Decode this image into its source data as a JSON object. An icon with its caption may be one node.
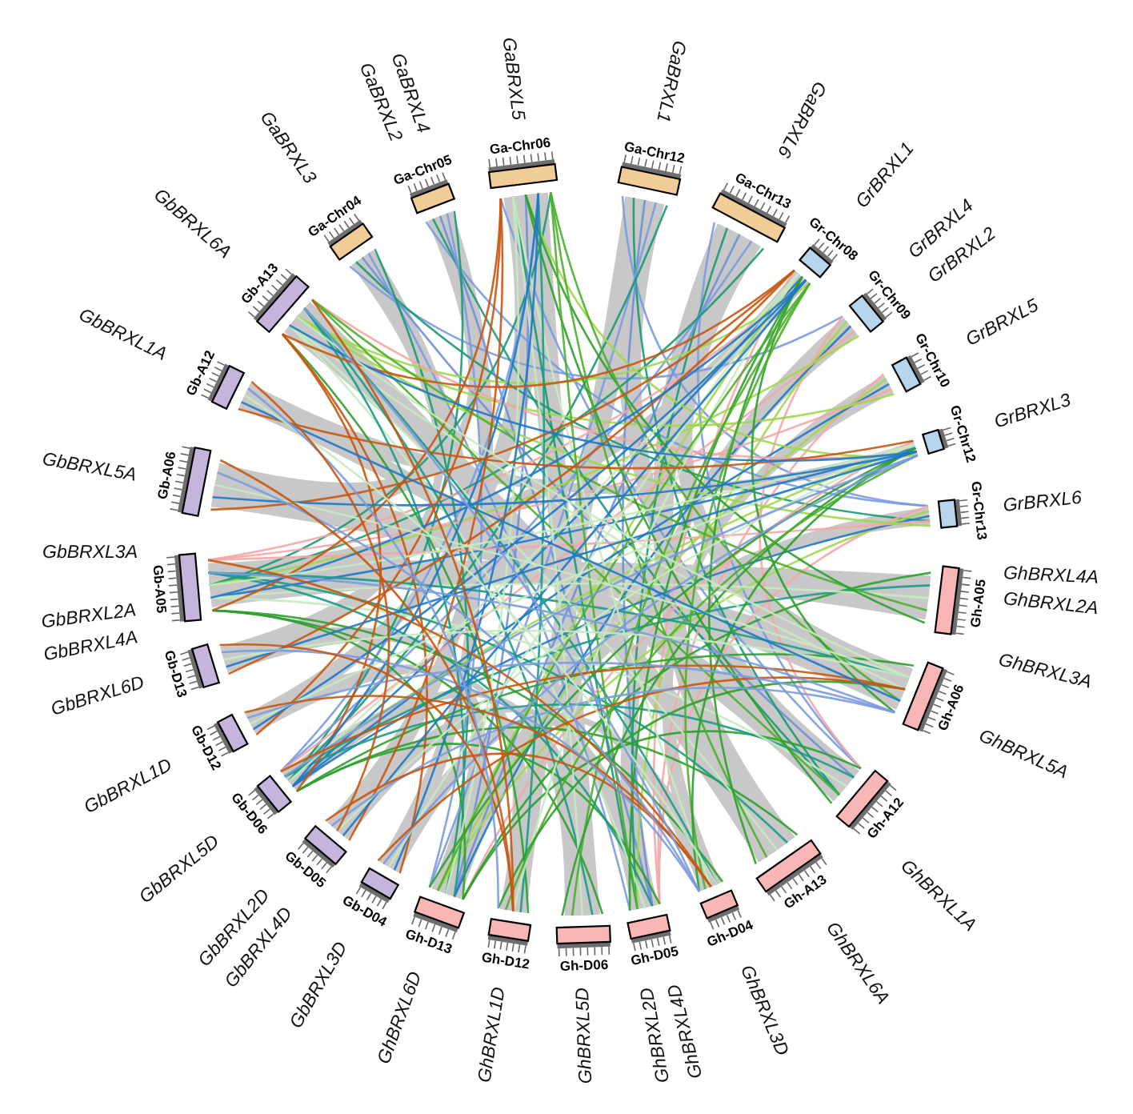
{
  "diagram": {
    "nodes": [
      {
        "text": [
          "Ga-Chr04"
        ],
        "beside": [
          "GaBRXL3"
        ]
      },
      {
        "text": [
          "Ga-Chr05"
        ],
        "beside": [
          "GaBRXL2",
          "GaBRXL4"
        ]
      },
      {
        "text": [
          "Ga-Chr06"
        ],
        "beside": [
          "GaBRXL5"
        ]
      },
      {
        "text": [
          "Ga-Chr12"
        ],
        "beside": [
          "GaBRXL1"
        ]
      },
      {
        "text": [
          "Ga-Chr13"
        ],
        "beside": [
          "GaBRXL6"
        ]
      },
      {
        "text": [
          "Gr-Chr08"
        ],
        "beside": [
          "GrBRXL1"
        ]
      },
      {
        "text": [
          "Gr-Chr09"
        ],
        "beside": [
          "GrBRXL4",
          "GrBRXL2"
        ]
      },
      {
        "text": [
          "Gr-Chr10"
        ],
        "beside": [
          "GrBRXL5"
        ]
      },
      {
        "text": [
          "Gr-Chr12"
        ],
        "beside": [
          "GrBRXL3"
        ]
      },
      {
        "text": [
          "Gr-Chr13"
        ],
        "beside": [
          "GrBRXL6"
        ]
      },
      {
        "text": [
          "Gh-A05"
        ],
        "beside": [
          "GhBRXL4A",
          "GhBRXL2A",
          "GhBRXL3A"
        ]
      },
      {
        "text": [
          "Gh-A06"
        ],
        "beside": [
          "GhBRXL5A"
        ]
      },
      {
        "text": [
          "Gh-A12"
        ],
        "beside": [
          "GhBRXL1A"
        ]
      },
      {
        "text": [
          "Gh-A13"
        ],
        "beside": [
          "GhBRXL6A"
        ]
      },
      {
        "text": [
          "Gh-D04"
        ],
        "beside": [
          "GhBRXL3D"
        ]
      },
      {
        "text": [
          "Gh-D05"
        ],
        "beside": [
          "GhBRXL4D",
          "GhBRXL2D"
        ]
      },
      {
        "text": [
          "Gh-D06"
        ],
        "beside": [
          "GhBRXL5D"
        ]
      },
      {
        "text": [
          "Gh-D12"
        ],
        "beside": [
          "GhBRXL1D"
        ]
      },
      {
        "text": [
          "Gh-D13"
        ],
        "beside": [
          "GhBRXL6D"
        ]
      },
      {
        "text": [
          "Gb-D04"
        ],
        "beside": [
          "GbBRXL3D"
        ]
      },
      {
        "text": [
          "Gb-D05"
        ],
        "beside": [
          "GbBRXL4D",
          "GbBRXL2D"
        ]
      },
      {
        "text": [
          "Gb-D06"
        ],
        "beside": [
          "GbBRXL5D"
        ]
      },
      {
        "text": [
          "Gb-D12"
        ],
        "beside": [
          "GbBRXL1D"
        ]
      },
      {
        "text": [
          "Gb-D13"
        ],
        "beside": [
          "GbBRXL6D"
        ]
      },
      {
        "text": [
          "Gb-A05"
        ],
        "beside": [
          "GbBRXL4A",
          "GbBRXL2A",
          "GbBRXL3A"
        ]
      },
      {
        "text": [
          "Gb-A06"
        ],
        "beside": [
          "GbBRXL5A"
        ]
      },
      {
        "text": [
          "Gb-A12"
        ],
        "beside": [
          "GbBRXL1A"
        ]
      },
      {
        "text": [
          "Gb-A13"
        ],
        "beside": [
          "GbBRXL6A"
        ]
      }
    ]
  }
}
